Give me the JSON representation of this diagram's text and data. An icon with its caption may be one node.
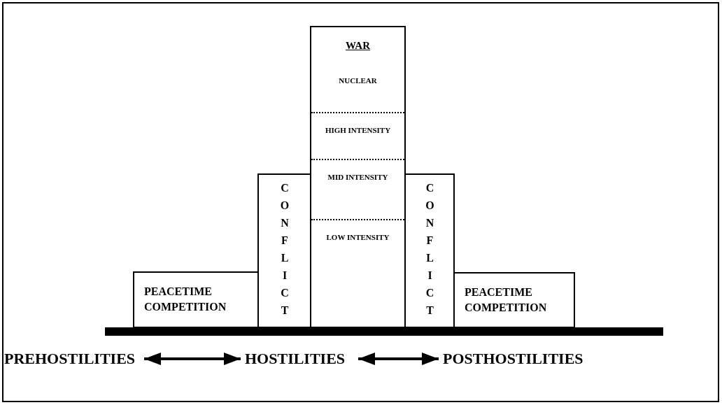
{
  "diagram": {
    "nodes": [
      {
        "text": [
          "PEACETIME COMPETITION"
        ]
      },
      {
        "text": [
          "CONFLICT"
        ]
      },
      {
        "text": [
          "WAR"
        ]
      },
      {
        "text": [
          "NUCLEAR"
        ],
        "in": 2
      },
      {
        "text": [
          "HIGH INTENSITY"
        ],
        "in": 2
      },
      {
        "text": [
          "MID INTENSITY"
        ],
        "in": 2
      },
      {
        "text": [
          "LOW INTENSITY"
        ],
        "in": 2
      },
      {
        "text": [
          "CONFLICT"
        ]
      },
      {
        "text": [
          "PEACETIME COMPETITION"
        ]
      },
      {
        "text": [
          "PREHOSTILITIES"
        ]
      },
      {
        "text": [
          "HOSTILITIES"
        ]
      },
      {
        "text": [
          "POSTHOSTILITIES"
        ]
      }
    ],
    "edges": [
      {
        "from": 9,
        "to": 10,
        "arrow": "both"
      },
      {
        "from": 10,
        "to": 11,
        "arrow": "both"
      }
    ]
  }
}
